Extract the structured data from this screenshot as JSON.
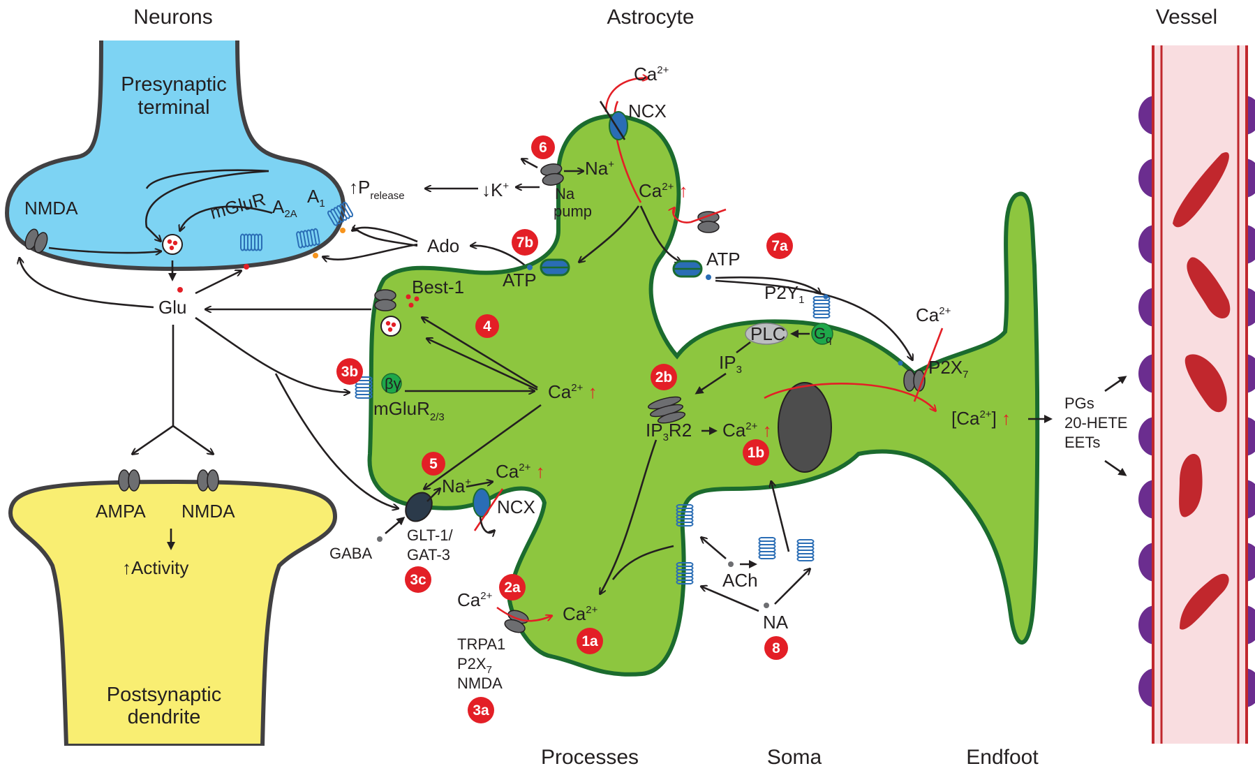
{
  "headers": {
    "neurons": "Neurons",
    "astrocyte": "Astrocyte",
    "vessel": "Vessel",
    "processes": "Processes",
    "soma": "Soma",
    "endfoot": "Endfoot"
  },
  "neuron": {
    "presynaptic_1": "Presynaptic",
    "presynaptic_2": "terminal",
    "postsynaptic_1": "Postsynaptic",
    "postsynaptic_2": "dendrite",
    "nmda_pre": "NMDA",
    "a1": "A",
    "a1_sub": "1",
    "a2a": "A",
    "a2a_sub": "2A",
    "mglur": "mGluR",
    "glu": "Glu",
    "ampa": "AMPA",
    "nmda_post": "NMDA",
    "activity": "Activity",
    "p_release": "P",
    "p_release_sub": "release",
    "ado": "Ado",
    "k": "K",
    "k_sup": "+"
  },
  "astro": {
    "ca": "Ca",
    "ca_sup": "2+",
    "ncx": "NCX",
    "na": "Na",
    "na_sup": "+",
    "na_pump_1": "Na",
    "na_pump_2": "pump",
    "atp": "ATP",
    "best1": "Best-1",
    "bg": "βγ",
    "mglur23": "mGluR",
    "mglur23_sub": "2/3",
    "glt1": "GLT-1/",
    "gat3": "GAT-3",
    "gaba": "GABA",
    "ip3r2": "IP",
    "ip3r2_sub": "3",
    "ip3r2_tail": "R2",
    "ip3": "IP",
    "ip3_sub": "3",
    "plc": "PLC",
    "gq": "G",
    "gq_sub": "q",
    "p2y1": "P2Y",
    "p2y1_sub": "1",
    "p2x7": "P2X",
    "p2x7_sub": "7",
    "ca_bracket_open": "[Ca",
    "ca_bracket_close": "]",
    "trpa1": "TRPA1",
    "p2x7_list": "P2X",
    "p2x7_list_sub": "7",
    "nmda_list": "NMDA",
    "ach": "ACh",
    "na_neuro": "NA"
  },
  "vessel_outputs": [
    "PGs",
    "20-HETE",
    "EETs"
  ],
  "badges": {
    "b6": "6",
    "b7b": "7b",
    "b7a": "7a",
    "b4": "4",
    "b3b": "3b",
    "b2b": "2b",
    "b5": "5",
    "b1b": "1b",
    "b2a": "2a",
    "b3c": "3c",
    "b1a": "1a",
    "b8": "8",
    "b3a": "3a"
  },
  "colors": {
    "presynaptic_fill": "#7dd3f3",
    "postsynaptic_fill": "#f9ee72",
    "astrocyte_fill": "#8dc63f",
    "astrocyte_stroke": "#1b6b2e",
    "vessel_fill": "#f9dde0",
    "vessel_wall": "#c1272d",
    "pericyte": "#6b2d8f",
    "rbc": "#c1272d",
    "badge": "#e31f26",
    "signal_red": "#e31f26",
    "receptor_blue": "#2a6db5",
    "gq_green": "#1ea84a"
  }
}
